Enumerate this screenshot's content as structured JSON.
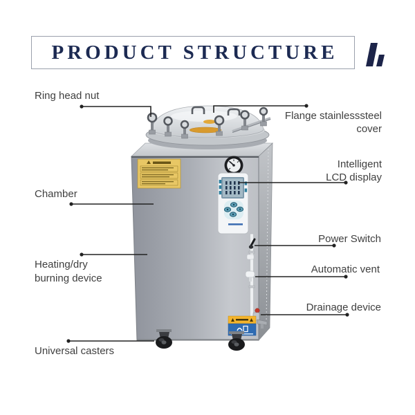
{
  "header": {
    "title": "PRODUCT STRUCTURE"
  },
  "callouts": {
    "ring_head_nut": {
      "label": "Ring head nut"
    },
    "flange_cover": {
      "line1": "Flange stainlesssteel",
      "line2": "cover"
    },
    "lcd_display": {
      "line1": "Intelligent",
      "line2": "LCD display"
    },
    "chamber": {
      "label": "Chamber"
    },
    "power_switch": {
      "label": "Power Switch"
    },
    "heating_device": {
      "line1": "Heating/dry",
      "line2": "burning device"
    },
    "automatic_vent": {
      "label": "Automatic vent"
    },
    "drainage_device": {
      "label": "Drainage device"
    },
    "universal_casters": {
      "label": "Universal casters"
    }
  },
  "colors": {
    "title_navy": "#1c2a52",
    "logo_navy": "#1c2449",
    "label_text": "#3f3f3f",
    "leader_line": "#222222",
    "body_gray": "#a9adb4",
    "lid_steel": "#e8eaec",
    "warning_yellow": "#e8c765",
    "caution_yellow": "#f4b42c",
    "info_blue": "#2f6cb3",
    "lcd_teal": "#a4bac6",
    "gold_sticker": "#d89a2e",
    "gauge_black": "#1c1d20",
    "drain_red": "#c4392b"
  }
}
